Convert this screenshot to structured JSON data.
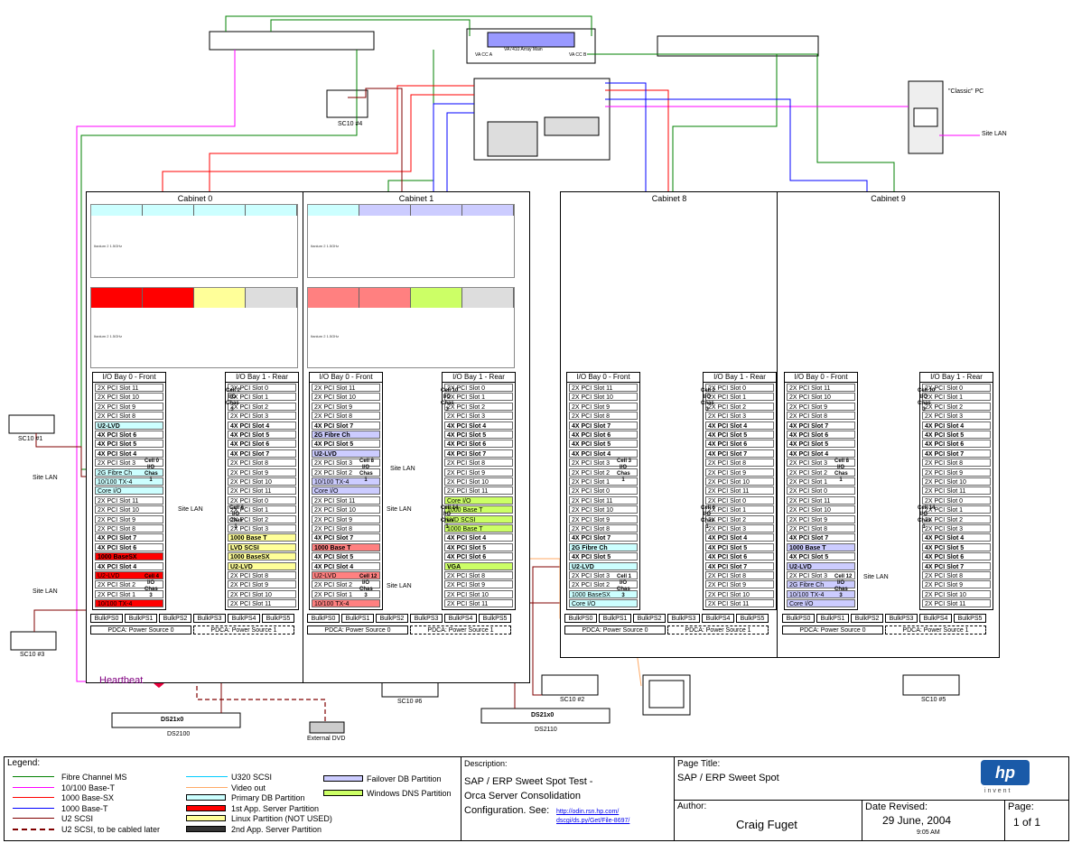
{
  "cabinets": [
    {
      "title": "Cabinet  0"
    },
    {
      "title": "Cabinet  1"
    },
    {
      "title": "Cabinet  8"
    },
    {
      "title": "Cabinet  9"
    }
  ],
  "io_bays": {
    "front_title": "I/O Bay 0 - Front",
    "rear_title": "I/O Bay 1 - Rear"
  },
  "slots_front": [
    "2X PCI Slot 11",
    "2X PCI Slot 10",
    "2X PCI Slot 9",
    "2X PCI Slot 8",
    "4X PCI Slot 7",
    "4X PCI Slot 6",
    "4X PCI Slot 5",
    "4X PCI Slot 4",
    "2X PCI Slot 3",
    "2X PCI Slot 2",
    "2X PCI Slot 1",
    "2X PCI Slot 0"
  ],
  "slots_rear": [
    "2X PCI Slot 0",
    "2X PCI Slot 1",
    "2X PCI Slot 2",
    "2X PCI Slot 3",
    "4X PCI Slot 4",
    "4X PCI Slot 5",
    "4X PCI Slot 6",
    "4X PCI Slot 7",
    "2X PCI Slot 8",
    "2X PCI Slot 9",
    "2X PCI Slot 10",
    "2X PCI Slot 11"
  ],
  "slot_labels_c0": {
    "u2lvd": "U2-LVD",
    "fibre": "2G Fibre Ch",
    "tx4": "10/100 TX-4",
    "coreio": "Core I/O",
    "basesx": "1000 BaseSX",
    "u2lvd2": "U2-LVD",
    "tx4b": "10/100 TX-4",
    "base_t": "1000 Base T",
    "lvdscsi": "LVD SCSI",
    "basesx2": "1000 BaseSX",
    "u2lvd3": "U2-LVD"
  },
  "slot_labels_c1": {
    "fibre": "2G Fibre Ch",
    "u2lvd": "U2-LVD",
    "tx4": "10/100 TX-4",
    "coreio": "Core I/O",
    "base_t": "1000 Base T",
    "u2lvd2": "U2-LVD",
    "tx4b": "10/100 TX-4",
    "base_t_r": "1000 Base T",
    "lvdscsi": "LVD SCSI",
    "base_t2": "1000 Base T",
    "vga": "VGA"
  },
  "slot_labels_c8": {
    "fibre": "2G Fibre Ch",
    "u2lvd": "U2-LVD",
    "basesx": "1000 BaseSX",
    "coreio": "Core I/O"
  },
  "slot_labels_c9": {
    "base_t": "1000 Base T",
    "u2lvd": "U2-LVD",
    "fibre": "2G Fibre Ch",
    "tx4": "10/100 TX-4",
    "coreio": "Core I/O"
  },
  "chassis": {
    "c0a": "Cell 0\nI/O\nChas\n1",
    "c0b": "Cell 4\nI/O\nChas\n3",
    "c0c": "Cell 2\nI/O\nChas\n3",
    "c0d": "Cell 6\nI/O\nChas\n1",
    "c1a": "Cell 8\nI/O\nChas\n1",
    "c1b": "Cell 12\nI/O\nChas\n3",
    "c1c": "Cell 10\nI/O\nChas\n3",
    "c1d": "Cell 14\nI/O\nChas\n1",
    "c8a": "Cell 3\nI/O\nChas\n1",
    "c8b": "Cell 1\nI/O\nChas\n3",
    "c8c": "Cell 2\nI/O\nChas\n3",
    "c8d": "Cell 6\nI/O\nChas\n1",
    "c9a": "Cell 8\nI/O\nChas\n1",
    "c9b": "Cell 12\nI/O\nChas\n3",
    "c9c": "Cell 10\nI/O\nChas\n3",
    "c9d": "Cell 14\nI/O\nChas\n1"
  },
  "bulk_labels": [
    "BulkPS0",
    "BulkPS1",
    "BulkPS2",
    "BulkPS3",
    "BulkPS4",
    "BulkPS5"
  ],
  "pdca": {
    "src0": "PDCA: Power Source 0",
    "src1": "PDCA: Power Source 1"
  },
  "cpu_label": "Itanium 2 1.5GHz",
  "devices": {
    "sc10_1": "SC10 #1",
    "sc10_2": "SC10 #2",
    "sc10_3": "SC10 #3",
    "sc10_4": "SC10 #4",
    "sc10_5": "SC10 #5",
    "sc10_6": "SC10 #6",
    "ds2100": "DS2100",
    "ds2110": "DS2110",
    "ds21x0": "DS21x0",
    "ext_dvd": "External DVD",
    "classic_pc": "\"Classic\" PC",
    "array_main": "VA7410 Array Main",
    "va_cc_a": "VA CC  A",
    "va_cc_b": "VA CC B"
  },
  "site_lan": "Site LAN",
  "heartbeat": "Heartbeat",
  "legend": {
    "title": "Legend:",
    "items_col1": [
      "Fibre Channel MS",
      "10/100 Base-T",
      "1000 Base-SX",
      "1000 Base-T",
      "U2 SCSI",
      "U2 SCSI, to be cabled later"
    ],
    "items_col2": [
      "U320 SCSI",
      "Video out",
      "Primary DB Partition",
      "1st App. Server Partition",
      "Linux Partition (NOT USED)",
      "2nd App. Server Partition"
    ],
    "items_col3": [
      "Failover DB Partition",
      "Windows DNS Partition"
    ]
  },
  "colors": {
    "fibre": "#008000",
    "tx100": "#ff00ff",
    "sx1000": "#ff0000",
    "t1000": "#0000ff",
    "u2scsi": "#800000",
    "u320": "#00ccff",
    "video": "#ffaa66",
    "primary_db": "#ccffff",
    "app1": "#ff0000",
    "linux": "#ffff99",
    "failover_db": "#ccccff",
    "win_dns": "#ccff66",
    "app2": "#ff8080",
    "gray": "#dddddd"
  },
  "title_block": {
    "desc_label": "Description:",
    "desc_l1": "SAP / ERP Sweet Spot Test -",
    "desc_l2": "Orca Server Consolidation",
    "desc_l3": "Configuration. See:",
    "desc_link": "http://odin.rsn.hp.com/ dscgi/ds.py/Get/File-8697/",
    "page_title_label": "Page Title:",
    "page_title": "SAP / ERP Sweet Spot",
    "author_label": "Author:",
    "author": "Craig Fuget",
    "date_label": "Date Revised:",
    "date": "29 June, 2004",
    "time": "9:05 AM",
    "page_label": "Page:",
    "page": "1 of 1",
    "hp_tagline": "i n v e n t",
    "hp_logo": "hp"
  }
}
